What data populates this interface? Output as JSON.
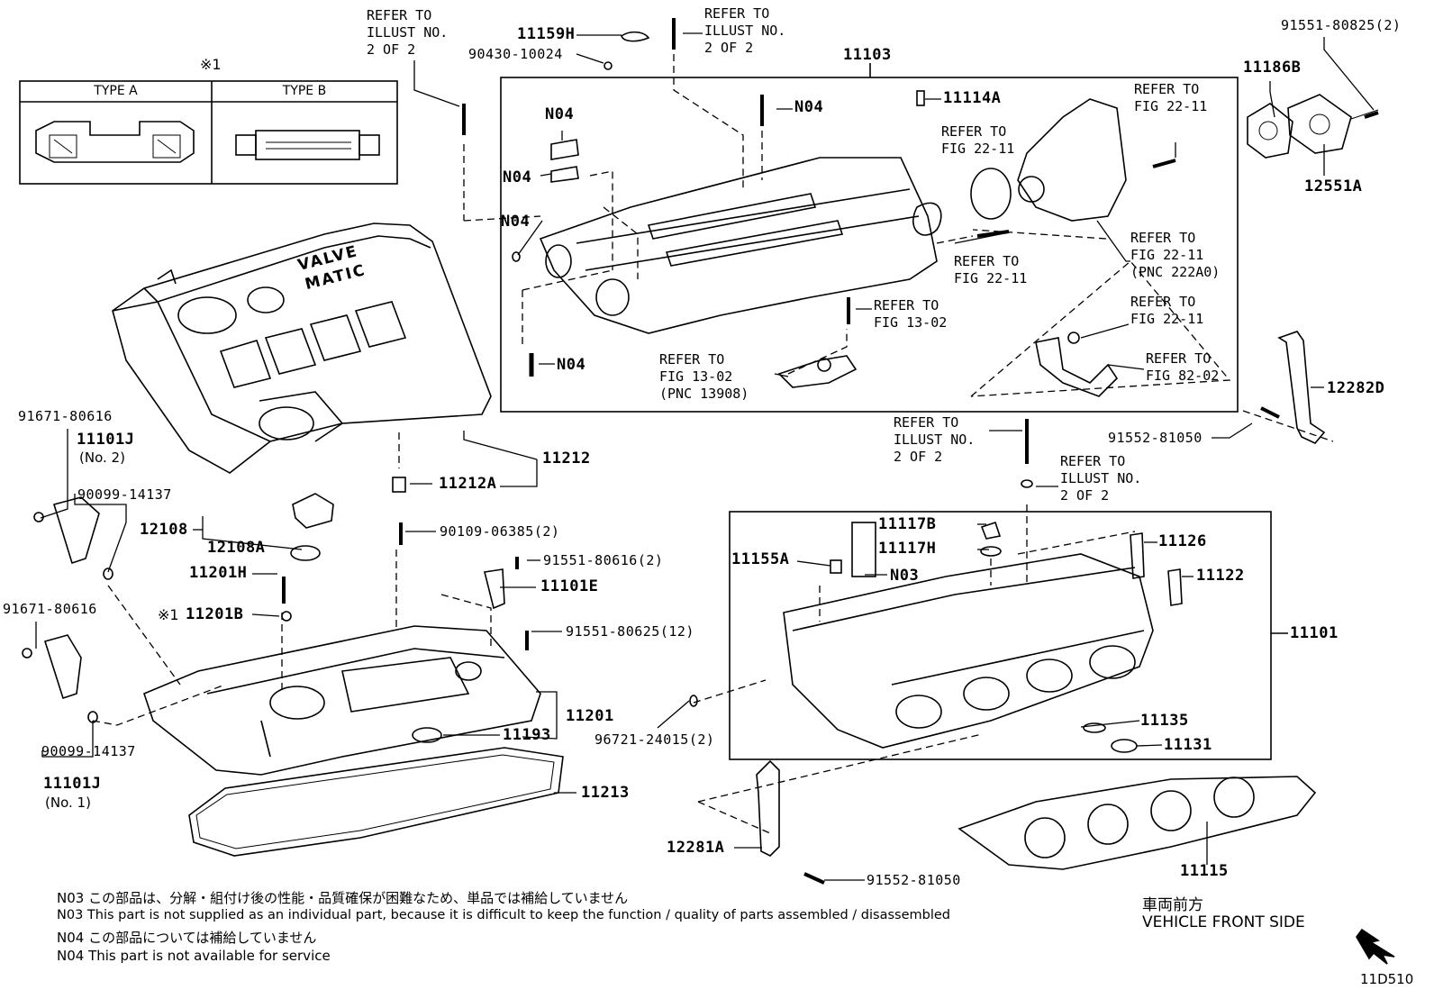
{
  "type_box": {
    "marker": "※1",
    "type_a": "TYPE A",
    "type_b": "TYPE B"
  },
  "labels": {
    "p11159H": "11159H",
    "p90430": "90430-10024",
    "p11103": "11103",
    "p11114A": "11114A",
    "p91551_80825": "91551-80825(2)",
    "p11186B": "11186B",
    "p12551A": "12551A",
    "n04_a": "N04",
    "n04_b": "N04",
    "n04_c": "N04",
    "n04_d": "N04",
    "n04_e": "N04",
    "p91671_a": "91671-80616",
    "p11101J_2": "11101J",
    "no2": "(No. 2)",
    "p90099_a": "90099-14137",
    "p12108": "12108",
    "p12108A": "12108A",
    "p11212A": "11212A",
    "p11212": "11212",
    "p90109": "90109-06385(2)",
    "p91551_80616": "91551-80616(2)",
    "p11101E": "11101E",
    "p11201H": "11201H",
    "p11201B": "11201B",
    "mark1": "※1",
    "p91551_80625": "91551-80625(12)",
    "p91671_b": "91671-80616",
    "p11201": "11201",
    "p11193": "11193",
    "p90099_b": "90099-14137",
    "p11101J_1": "11101J",
    "no1": "(No. 1)",
    "p11213": "11213",
    "p12282D": "12282D",
    "p91552_81050_a": "91552-81050",
    "p11117B": "11117B",
    "p11117H": "11117H",
    "p11155A": "11155A",
    "n03": "N03",
    "p11126": "11126",
    "p11122": "11122",
    "p11101": "11101",
    "p96721": "96721-24015(2)",
    "p11135": "11135",
    "p11131": "11131",
    "p12281A": "12281A",
    "p91552_81050_b": "91552-81050",
    "p11115": "11115"
  },
  "refs": {
    "r1": "REFER TO\nILLUST NO.\n2 OF 2",
    "r2": "REFER TO\nILLUST NO.\n2 OF 2",
    "r3": "REFER TO\nFIG 22-11",
    "r4": "REFER TO\nFIG 22-11",
    "r5": "REFER TO\nFIG 22-11",
    "r6": "REFER TO\nFIG 22-11\n(PNC 222A0)",
    "r7": "REFER TO\nFIG 13-02",
    "r8": "REFER TO\nFIG 13-02\n(PNC 13908)",
    "r9": "REFER TO\nFIG 22-11",
    "r10": "REFER TO\nFIG 82-02",
    "r11": "REFER TO\nILLUST NO.\n2 OF 2",
    "r12": "REFER TO\nILLUST NO.\n2 OF 2"
  },
  "cover_text": {
    "line1": "VALVE",
    "line2": "MATIC"
  },
  "notes": {
    "n03_jp": "N03  この部品は、分解・組付け後の性能・品質確保が困難なため、単品では補給していません",
    "n03_en": "N03  This part is not supplied as an individual part, because it is difficult to keep the function / quality of parts  assembled / disassembled",
    "n04_jp": "N04  この部品については補給していません",
    "n04_en": "N04  This part is not available for service"
  },
  "front": {
    "jp": "車両前方",
    "en": "VEHICLE FRONT SIDE"
  },
  "diagram_id": "11D510"
}
